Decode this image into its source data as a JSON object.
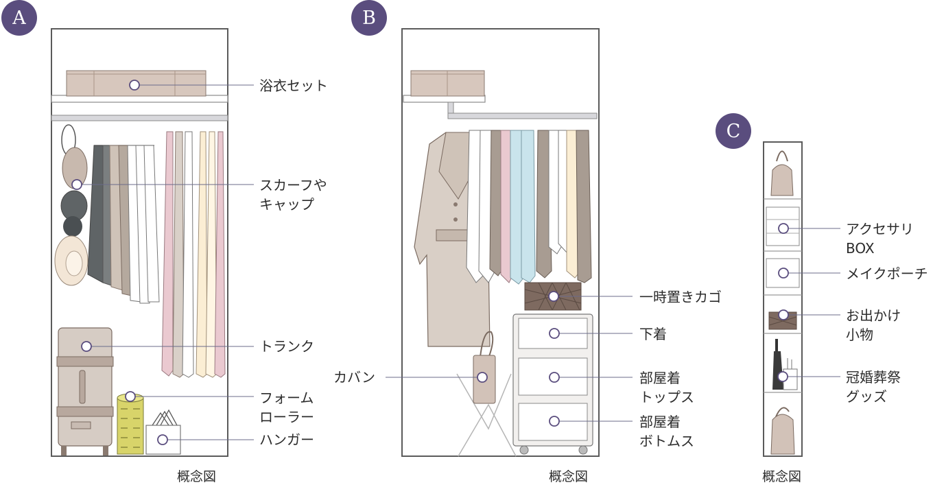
{
  "badges": {
    "a": "A",
    "b": "B",
    "c": "C"
  },
  "caption": "概念図",
  "closet_a": {
    "labels": {
      "yukata": "浴衣セット",
      "scarf_line1": "スカーフや",
      "scarf_line2": "キャップ",
      "trunk": "トランク",
      "foam_line1": "フォーム",
      "foam_line2": "ローラー",
      "hanger": "ハンガー"
    }
  },
  "closet_b": {
    "labels": {
      "basket": "一時置きカゴ",
      "underwear": "下着",
      "roomwear_tops_line1": "部屋着",
      "roomwear_tops_line2": "トップス",
      "roomwear_bottoms_line1": "部屋着",
      "roomwear_bottoms_line2": "ボトムス",
      "bag": "カバン"
    }
  },
  "closet_c": {
    "labels": {
      "accessory_line1": "アクセサリ",
      "accessory_line2": "BOX",
      "makeup": "メイクポーチ",
      "outing_line1": "お出かけ",
      "outing_line2": "小物",
      "ceremony_line1": "冠婚葬祭",
      "ceremony_line2": "グッズ"
    }
  },
  "colors": {
    "badge": "#5a4d7e",
    "frame": "#5a5a5a",
    "marker_ring": "#5a4d7e",
    "leader": "#6b6b8a"
  }
}
